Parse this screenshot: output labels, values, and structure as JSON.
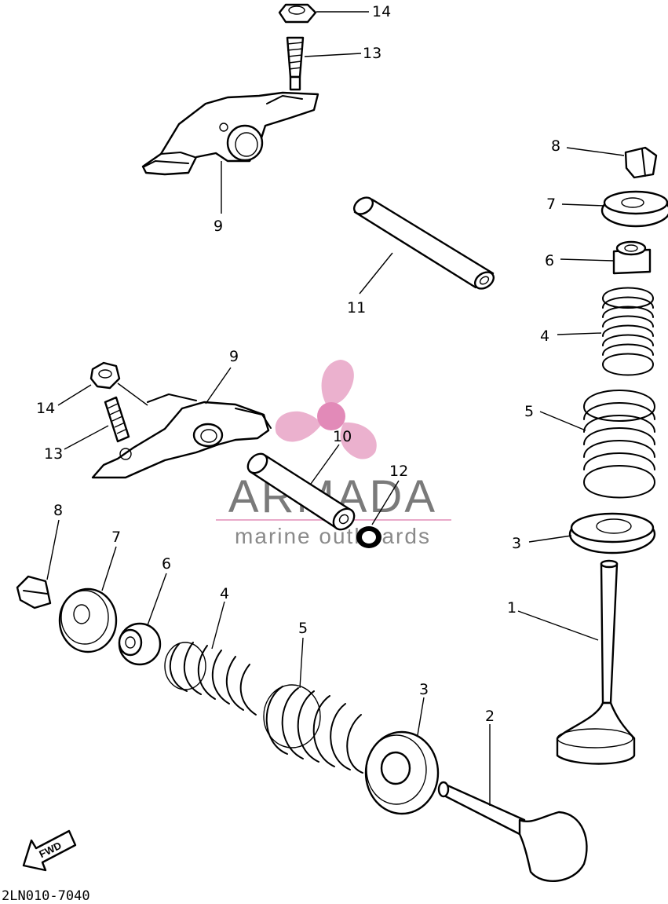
{
  "diagram_code": "2LN010-7040",
  "direction_badge": "FWD",
  "watermark": {
    "brand": "ARMADA",
    "tagline": "marine outboards",
    "accent_color": "#e9a9c9",
    "text_color": "#7a7a7a"
  },
  "callouts": {
    "c1": "1",
    "c2": "2",
    "c3a": "3",
    "c3b": "3",
    "c4a": "4",
    "c4b": "4",
    "c5a": "5",
    "c5b": "5",
    "c6a": "6",
    "c6b": "6",
    "c7a": "7",
    "c7b": "7",
    "c8a": "8",
    "c8b": "8",
    "c9a": "9",
    "c9b": "9",
    "c10": "10",
    "c11": "11",
    "c12": "12",
    "c13a": "13",
    "c13b": "13",
    "c14a": "14",
    "c14b": "14"
  }
}
